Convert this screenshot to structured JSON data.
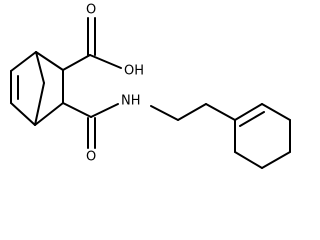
{
  "structure": {
    "labels": {
      "hydroxyl": "OH",
      "carbonyl_oxygen_acid": "O",
      "carbonyl_oxygen_amide": "O",
      "amide_nitrogen": "NH"
    },
    "colors": {
      "bond": "#000000",
      "text": "#000000",
      "background": "#ffffff"
    }
  }
}
